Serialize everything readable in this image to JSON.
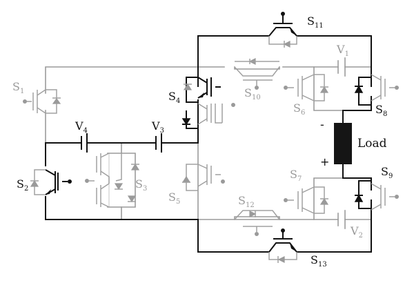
{
  "labels": {
    "S1": {
      "base": "S",
      "sub": "1"
    },
    "S2": {
      "base": "S",
      "sub": "2"
    },
    "S3": {
      "base": "S",
      "sub": "3"
    },
    "S4": {
      "base": "S",
      "sub": "4"
    },
    "S5": {
      "base": "S",
      "sub": "5"
    },
    "S6": {
      "base": "S",
      "sub": "6"
    },
    "S7": {
      "base": "S",
      "sub": "7"
    },
    "S8": {
      "base": "S",
      "sub": "8"
    },
    "S9": {
      "base": "S",
      "sub": "9"
    },
    "S10": {
      "base": "S",
      "sub": "10"
    },
    "S11": {
      "base": "S",
      "sub": "11"
    },
    "S12": {
      "base": "S",
      "sub": "12"
    },
    "S13": {
      "base": "S",
      "sub": "13"
    },
    "V1": {
      "base": "V",
      "sub": "1"
    },
    "V2": {
      "base": "V",
      "sub": "2"
    },
    "V3": {
      "base": "V",
      "sub": "3"
    },
    "V4": {
      "base": "V",
      "sub": "4"
    }
  },
  "load": {
    "label": "Load",
    "minus": "-",
    "plus": "+"
  },
  "colors": {
    "active": "#111111",
    "inactive": "#9a9a9a",
    "load_fill": "#151515"
  }
}
